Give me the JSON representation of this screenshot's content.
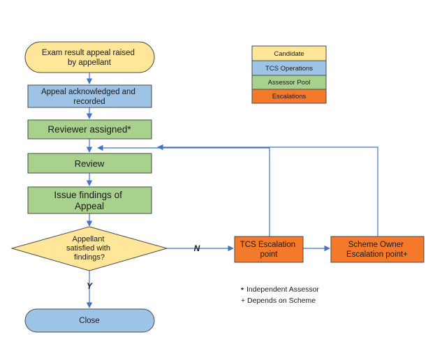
{
  "colors": {
    "candidate": "#FFE699",
    "tcs_operations": "#9DC3E6",
    "assessor_pool": "#A9D18E",
    "escalations": "#F4792B",
    "edge": "#4472C4",
    "stroke": "#4a4a4a"
  },
  "legend": {
    "candidate": "Candidate",
    "tcs_operations": "TCS Operations",
    "assessor_pool": "Assessor Pool",
    "escalations": "Escalations"
  },
  "nodes": {
    "start": [
      "Exam result appeal raised",
      "by appellant"
    ],
    "acknowledge": [
      "Appeal acknowledged and",
      "recorded"
    ],
    "reviewer": [
      "Reviewer assigned*"
    ],
    "review": [
      "Review"
    ],
    "findings": [
      "Issue findings of",
      "Appeal"
    ],
    "decision": [
      "Appellant",
      "satisfied with",
      "findings?"
    ],
    "tcs_escalation": [
      "TCS Escalation",
      "point"
    ],
    "scheme_escalation": [
      "Scheme Owner",
      "Escalation point+"
    ],
    "close": [
      "Close"
    ]
  },
  "edge_labels": {
    "no": "N",
    "yes": "Y"
  },
  "notes": {
    "asterisk_symbol": "*",
    "asterisk_text": "Independent Assessor",
    "plus": "+ Depends on Scheme"
  }
}
